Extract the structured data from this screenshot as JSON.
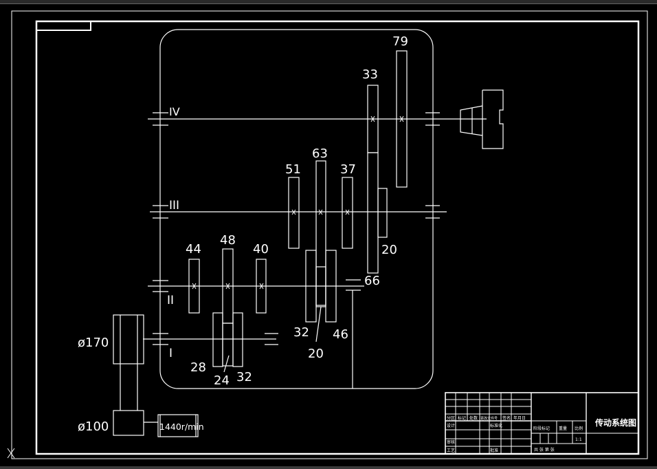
{
  "diagram": {
    "shaft_labels": {
      "iv": "IV",
      "iii": "III",
      "ii": "II",
      "i": "I"
    },
    "gears": {
      "g79": "79",
      "g33": "33",
      "g63": "63",
      "g51": "51",
      "g37": "37",
      "g20a": "20",
      "g48": "48",
      "g44": "44",
      "g40": "40",
      "g66": "66",
      "g32a": "32",
      "g46": "46",
      "g20b": "20",
      "g28": "28",
      "g24": "24",
      "g32b": "32"
    },
    "pulleys": {
      "large": "ø170",
      "small": "ø100"
    },
    "motor": {
      "speed": "1440r/min"
    }
  },
  "title_block": {
    "drawing_title": "传动系统图",
    "cells": {
      "r4a": "标记",
      "r4b": "处数",
      "r4c": "分区",
      "r4d": "更改文件号",
      "r4e": "签名",
      "r4f": "年月日",
      "design": "设计",
      "std": "标准化",
      "review": "审核",
      "craft": "工艺",
      "approve": "批准",
      "stage": "阶段标记",
      "weight": "重量",
      "scale": "比例",
      "scale_val": "1:1",
      "sheets": "共  张  第  张"
    }
  },
  "colors": {
    "line": "#ffffff",
    "background": "#000000"
  }
}
